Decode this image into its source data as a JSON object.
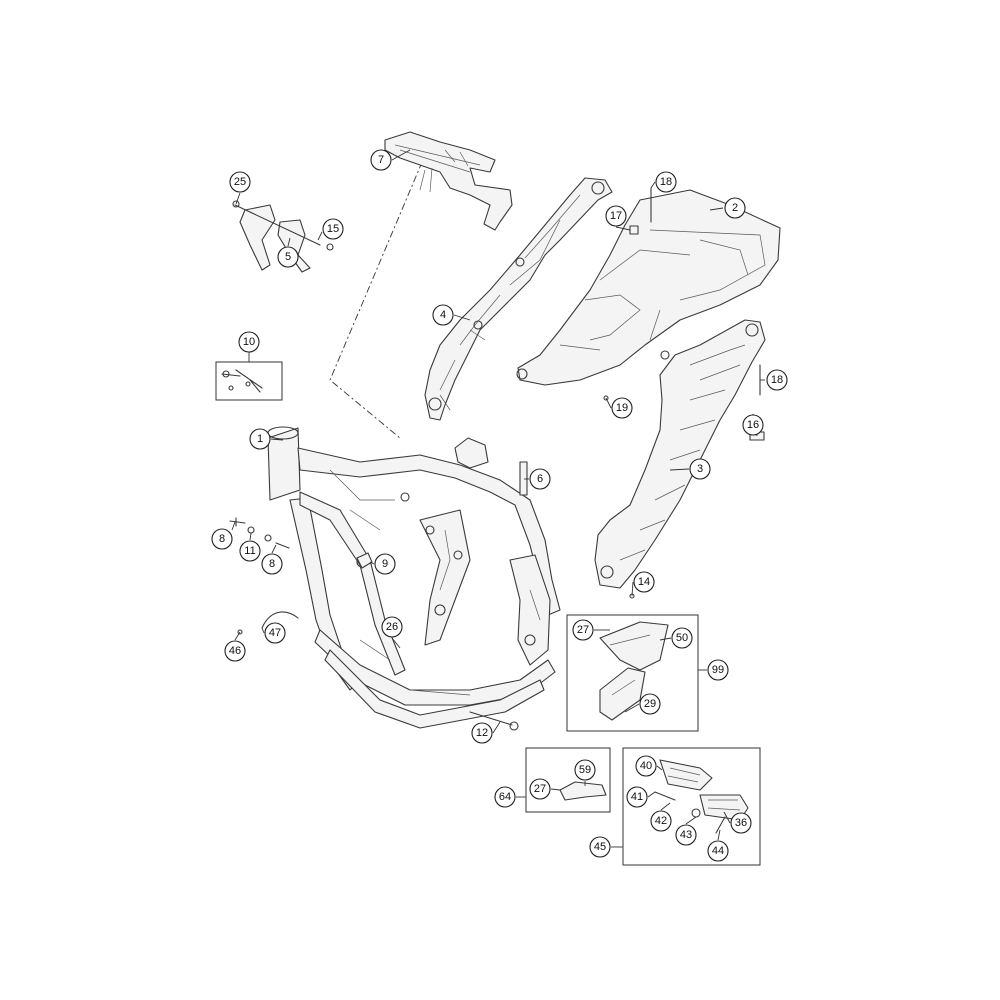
{
  "diagram": {
    "callouts": {
      "c1": "1",
      "c2": "2",
      "c3": "3",
      "c4": "4",
      "c5": "5",
      "c6": "6",
      "c7": "7",
      "c8a": "8",
      "c8b": "8",
      "c9": "9",
      "c10": "10",
      "c11": "11",
      "c12": "12",
      "c14": "14",
      "c15": "15",
      "c16": "16",
      "c17": "17",
      "c18a": "18",
      "c18b": "18",
      "c19": "19",
      "c25": "25",
      "c26": "26",
      "c27a": "27",
      "c27b": "27",
      "c29": "29",
      "c36": "36",
      "c40": "40",
      "c41": "41",
      "c42": "42",
      "c43": "43",
      "c44": "44",
      "c45": "45",
      "c46": "46",
      "c47": "47",
      "c50": "50",
      "c59": "59",
      "c64": "64",
      "c99": "99"
    }
  }
}
